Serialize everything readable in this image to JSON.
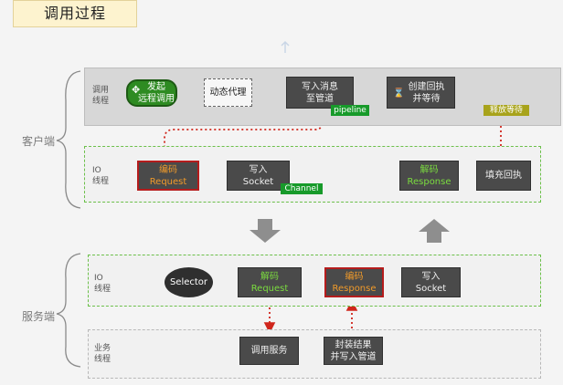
{
  "title": "调用过程",
  "side": {
    "client": "客户端",
    "server": "服务端"
  },
  "lanes": {
    "client_call": "调用\n线程",
    "client_io": "IO\n线程",
    "server_io": "IO\n线程",
    "server_biz": "业务\n线程"
  },
  "nodes": {
    "start": "发起\n远程调用",
    "proxy": "动态代理",
    "write_msg": "写入消息\n至管道",
    "create_callback": "创建回执\n并等待",
    "encode_req_l1": "编码",
    "encode_req_l2": "Request",
    "write_socket_client": "写入\nSocket",
    "decode_resp_l1": "解码",
    "decode_resp_l2": "Response",
    "fill_callback": "填充回执",
    "selector": "Selector",
    "decode_req_l1": "解码",
    "decode_req_l2": "Request",
    "encode_resp_l1": "编码",
    "encode_resp_l2": "Response",
    "write_socket_server": "写入\nSocket",
    "call_service": "调用服务",
    "pack_result": "封装结果\n并写入管道"
  },
  "tags": {
    "pipeline": "pipeline",
    "channel": "Channel",
    "release": "释放等待"
  },
  "icons": {
    "start": "move-icon",
    "wait": "hourglass-icon"
  },
  "colors": {
    "green": "#179a2a",
    "red": "#d0261c",
    "dark": "#4a4a4a",
    "olive": "#a8a31b",
    "orange": "#f09a2a"
  }
}
